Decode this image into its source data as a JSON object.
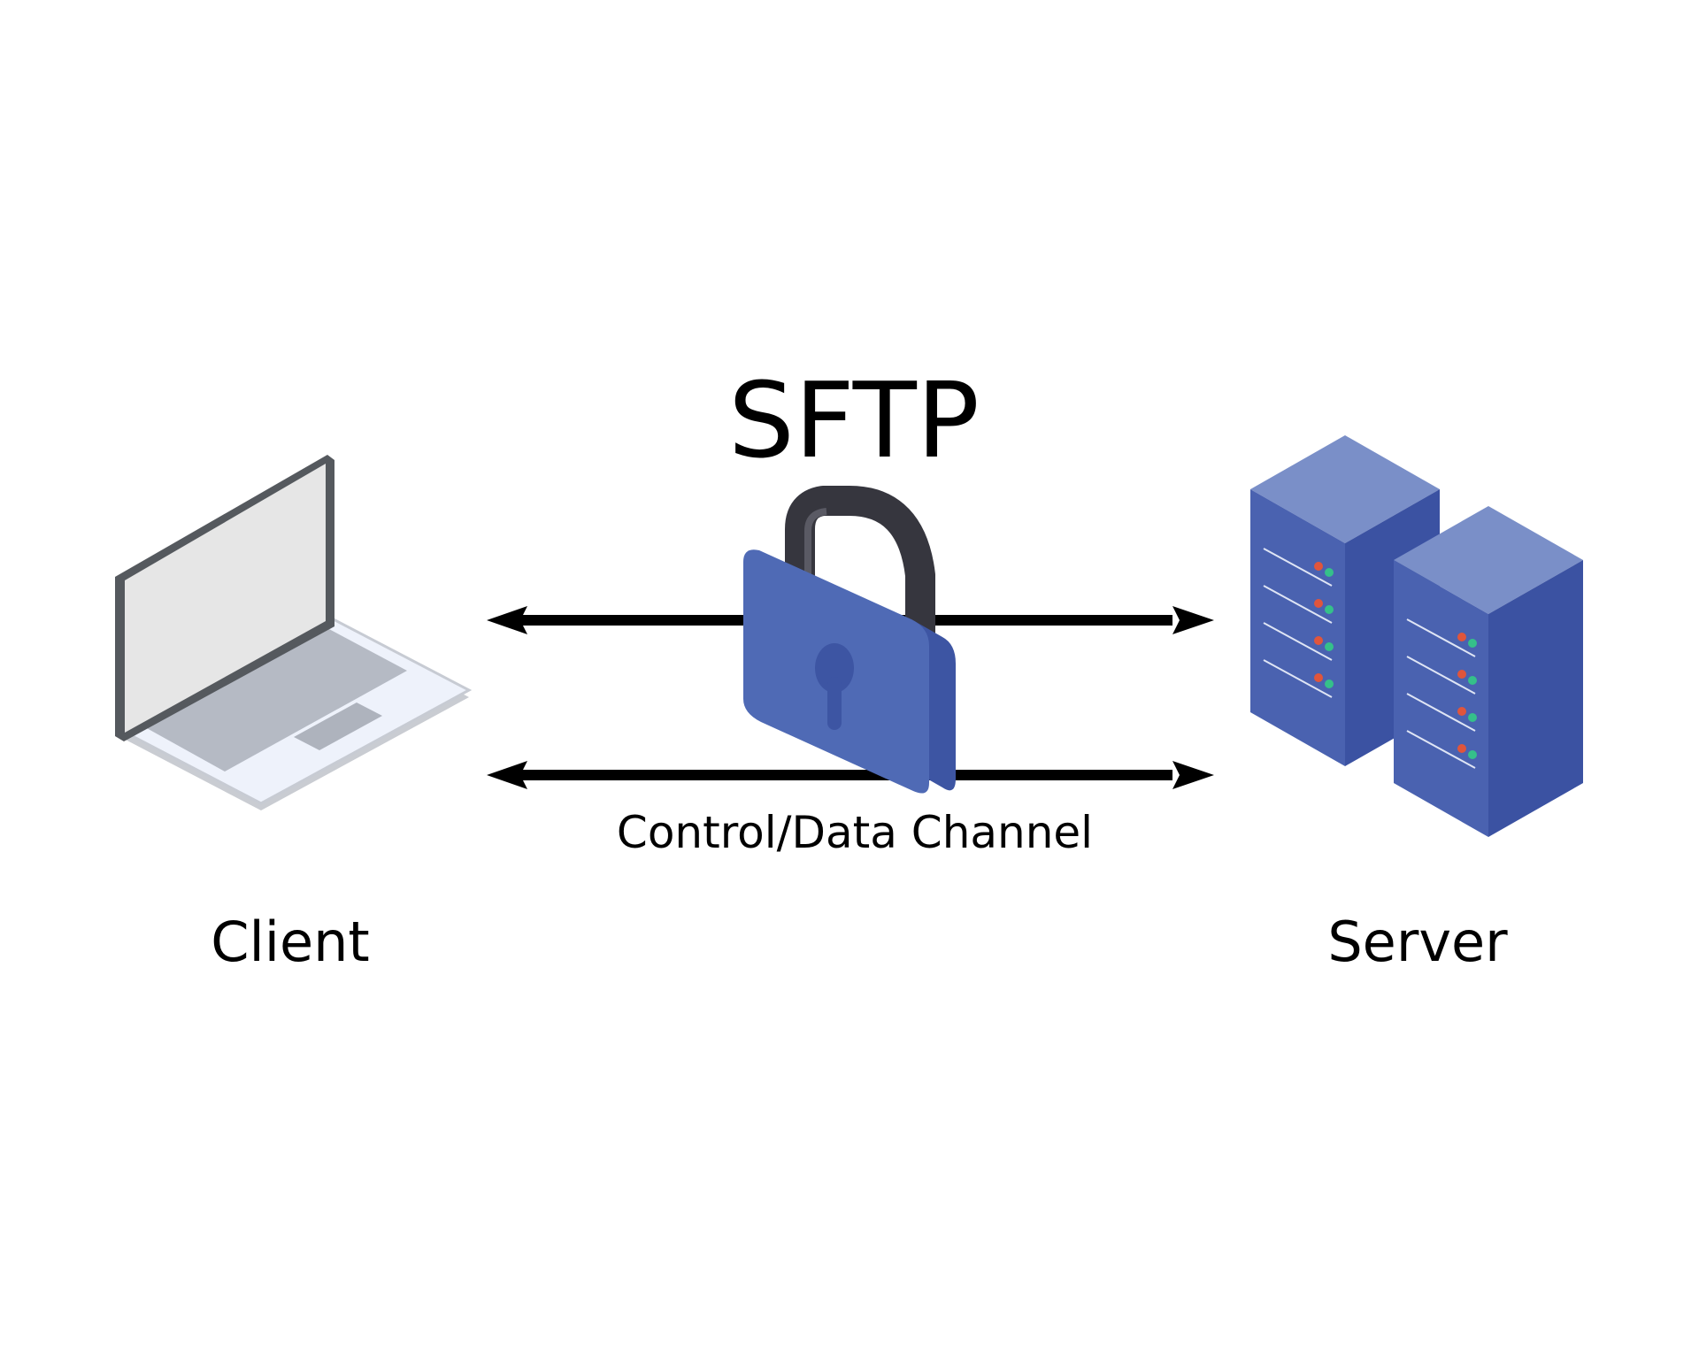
{
  "title": "SFTP",
  "channel_label": "Control/Data Channel",
  "client_label": "Client",
  "server_label": "Server",
  "icons": {
    "client": "laptop-icon",
    "lock": "padlock-icon",
    "server": "server-rack-icon"
  },
  "colors": {
    "background": "#ffffff",
    "text": "#000000",
    "arrow": "#000000",
    "lock_front": "#4f6ab5",
    "lock_side": "#3d55a3",
    "lock_shackle": "#36363e",
    "server_front": "#4a62b0",
    "server_side": "#3b52a2",
    "server_top": "#7a8fc8",
    "led_red": "#e0553c",
    "led_green": "#35c08a",
    "laptop_screen": "#e6e6e6",
    "laptop_bezel": "#55595e",
    "laptop_base": "#eef2fb",
    "laptop_keyboard": "#b5bac4"
  }
}
